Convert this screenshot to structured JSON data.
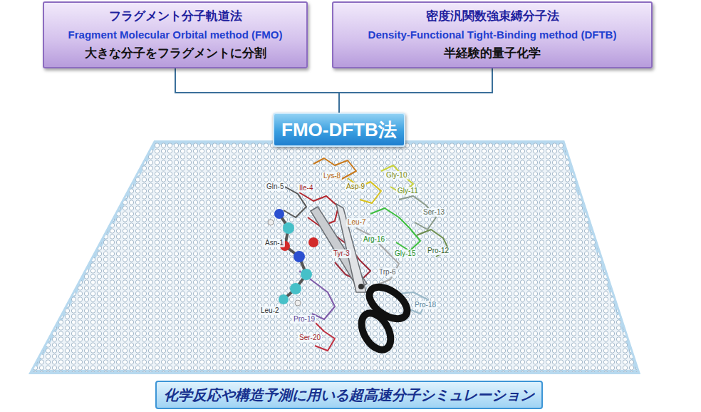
{
  "diagram": {
    "nodes": [
      {
        "text": [
          "フラグメント分子軌道法",
          "Fragment Molecular Orbital method (FMO)",
          "大きな分子をフラグメントに分割"
        ]
      },
      {
        "text": [
          "密度汎関数強束縛分子法",
          "Density-Functional Tight-Binding method (DFTB)",
          "半経験的量子化学"
        ]
      },
      {
        "text": [
          "FMO-DFTB法"
        ]
      },
      {
        "text": [
          "化学反応や構造予測に用いる超高速分子シミュレーション"
        ]
      }
    ],
    "edges": [
      {
        "from": 0,
        "to": 2,
        "arrow": "none"
      },
      {
        "from": 1,
        "to": 2,
        "arrow": "none"
      }
    ],
    "labels": [
      "Lys-8",
      "Gly-10",
      "Gln-5",
      "Ile-4",
      "Asp-9",
      "Gly-11",
      "Ser-13",
      "Asn-1",
      "Leu-7",
      "Arg-16",
      "Gly-15",
      "Pro-12",
      "Trp-6",
      "Tyr-3",
      "Leu-2",
      "Pro-19",
      "Pro-18",
      "Ser-20"
    ]
  }
}
